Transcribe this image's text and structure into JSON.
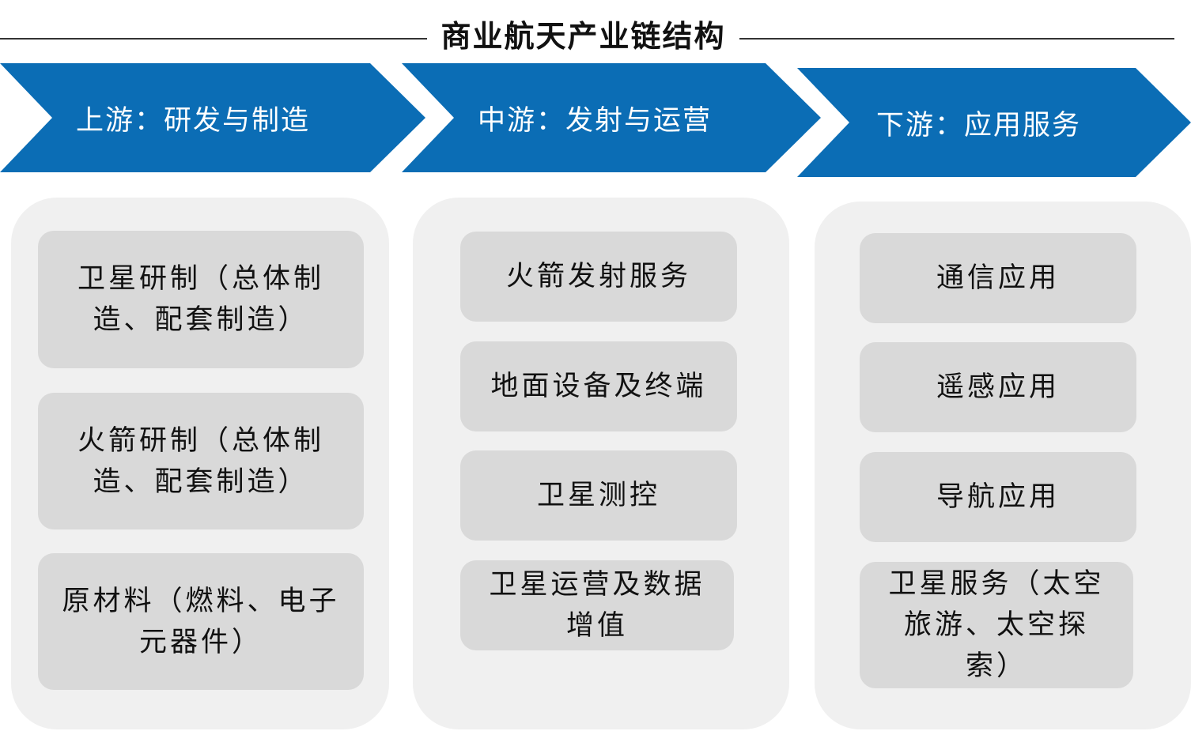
{
  "title": "商业航天产业链结构",
  "colors": {
    "chevron": "#0b6db5",
    "panel": "#f0f0f0",
    "card": "#d9d9d9"
  },
  "stages": [
    {
      "label": "上游：研发与制造",
      "items": [
        "卫星研制（总体制造、配套制造）",
        "火箭研制（总体制造、配套制造）",
        "原材料（燃料、电子元器件）"
      ]
    },
    {
      "label": "中游：发射与运营",
      "items": [
        "火箭发射服务",
        "地面设备及终端",
        "卫星测控",
        "卫星运营及数据增值"
      ]
    },
    {
      "label": "下游：应用服务",
      "items": [
        "通信应用",
        "遥感应用",
        "导航应用",
        "卫星服务（太空旅游、太空探索）"
      ]
    }
  ]
}
